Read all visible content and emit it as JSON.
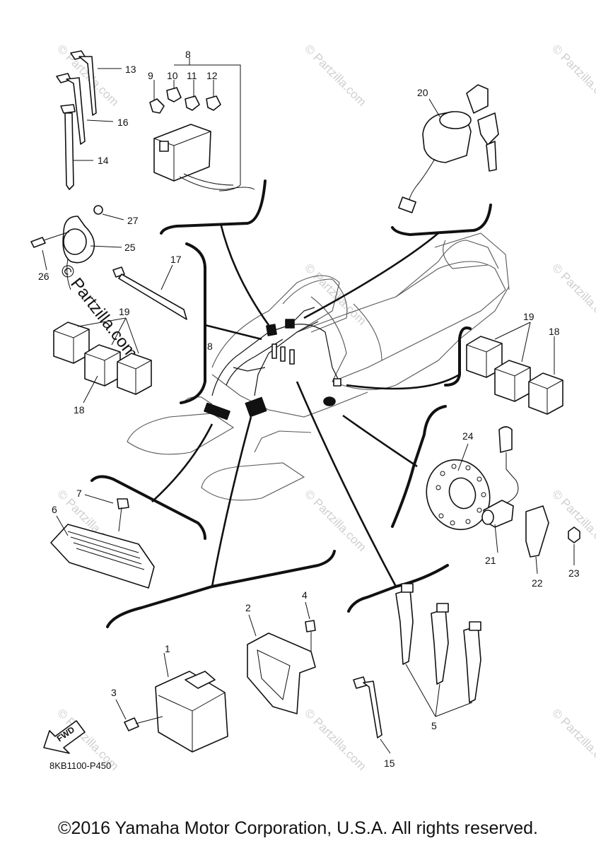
{
  "diagram": {
    "code": "8KB1100-P450",
    "fwd_label": "FWD",
    "copyright": "©2016 Yamaha Motor Corporation, U.S.A. All rights reserved.",
    "watermark_text": "© Partzilla.com",
    "watermark_large_text": "© Partzilla.com",
    "callouts": [
      "1",
      "2",
      "3",
      "4",
      "5",
      "6",
      "7",
      "8",
      "8",
      "9",
      "10",
      "11",
      "12",
      "13",
      "14",
      "15",
      "16",
      "17",
      "18",
      "18",
      "18",
      "19",
      "19",
      "19",
      "20",
      "21",
      "22",
      "23",
      "24",
      "25",
      "26",
      "27"
    ]
  }
}
